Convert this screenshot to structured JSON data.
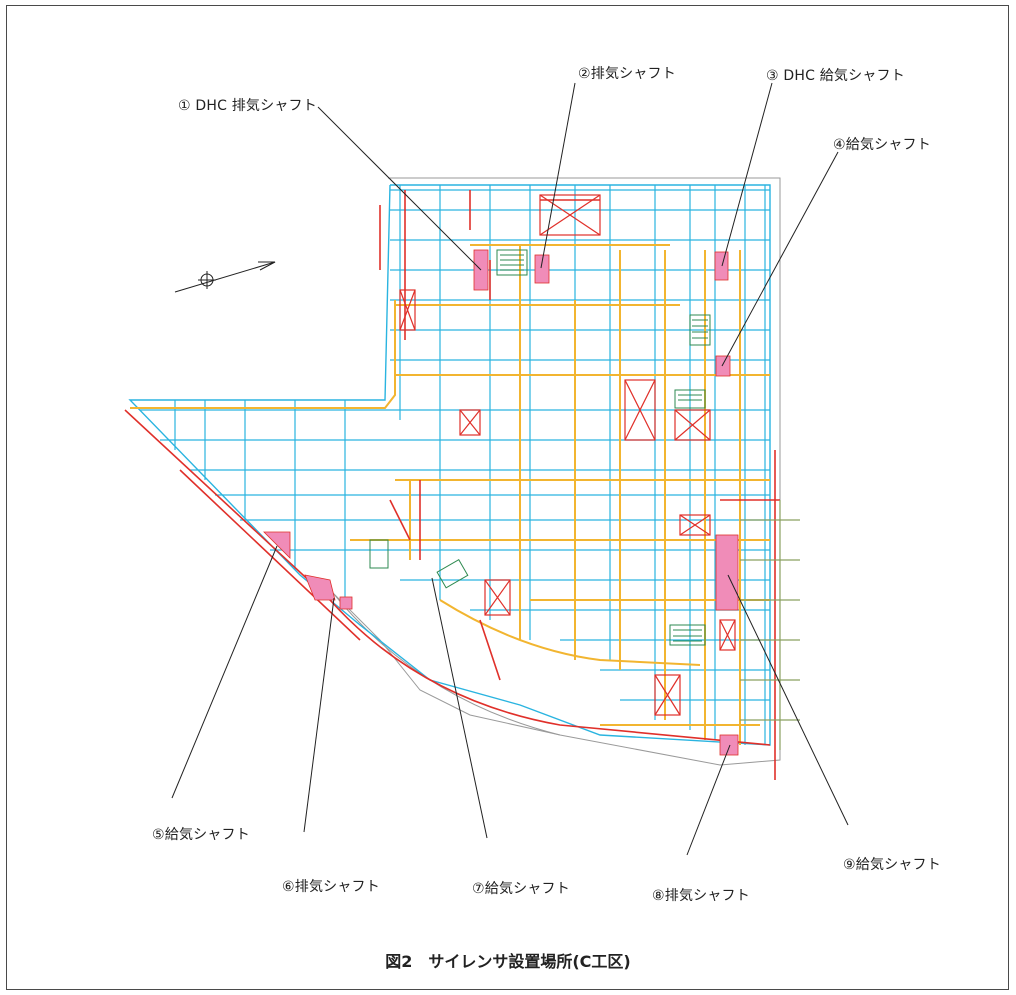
{
  "labels": {
    "s1": "① DHC 排気シャフト",
    "s2": "②排気シャフト",
    "s3": "③ DHC 給気シャフト",
    "s4": "④給気シャフト",
    "s5": "⑤給気シャフト",
    "s6": "⑥排気シャフト",
    "s7": "⑦給気シャフト",
    "s8": "⑧排気シャフト",
    "s9": "⑨給気シャフト"
  },
  "caption": "図2　サイレンサ設置場所(C工区)",
  "colors": {
    "beam_blue": "#2ab4e0",
    "duct_orange": "#f2b530",
    "wall_red": "#e0302a",
    "shaft_pink": "#f08cb8",
    "green_line": "#8aa060",
    "leader": "#222222"
  }
}
